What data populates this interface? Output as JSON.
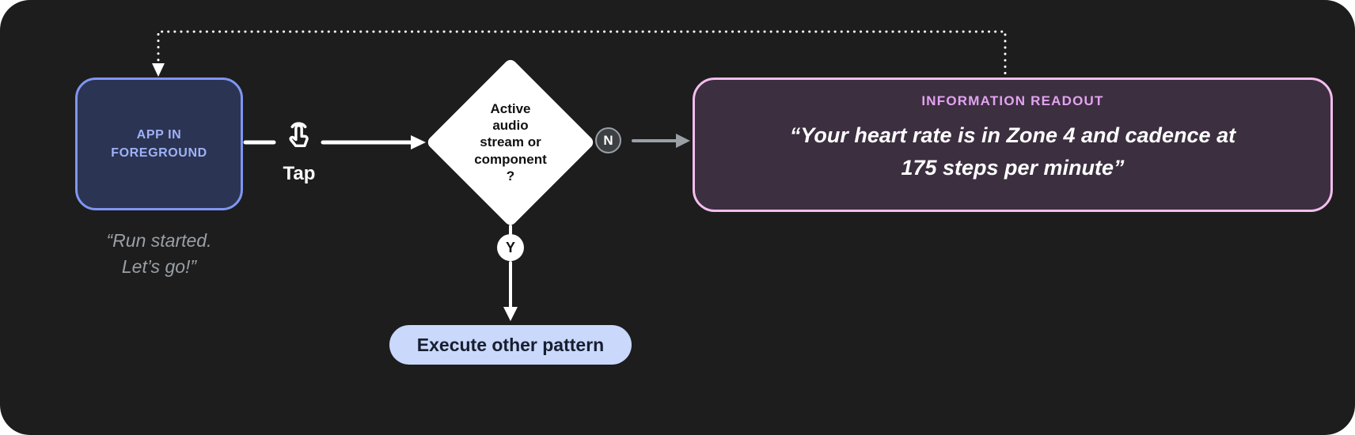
{
  "colors": {
    "panel_bg": "#1d1d1d",
    "app_box_bg": "#2b3452",
    "app_box_border": "#8095f2",
    "app_box_text": "#9fb2f7",
    "quote_text": "#99a0a6",
    "diamond_bg": "#ffffff",
    "n_badge_bg": "#3c4043",
    "readout_bg": "#3c2f40",
    "readout_border": "#f5bdee",
    "readout_title": "#e2a3f0",
    "pill_bg": "#c9d8fb",
    "arrow_white": "#ffffff",
    "arrow_gray": "#9aa0a6"
  },
  "nodes": {
    "app_box": {
      "label": "APP IN FOREGROUND",
      "quote": "“Run started.\nLet’s go!”"
    },
    "tap": {
      "label": "Tap"
    },
    "decision": {
      "label": "Active\naudio\nstream or\ncomponent\n?"
    },
    "branch_no": {
      "label": "N"
    },
    "branch_yes": {
      "label": "Y"
    },
    "readout": {
      "title": "INFORMATION READOUT",
      "quote": "“Your heart rate is in Zone 4 and cadence at\n175 steps per minute”"
    },
    "execute": {
      "label": "Execute other pattern"
    }
  }
}
